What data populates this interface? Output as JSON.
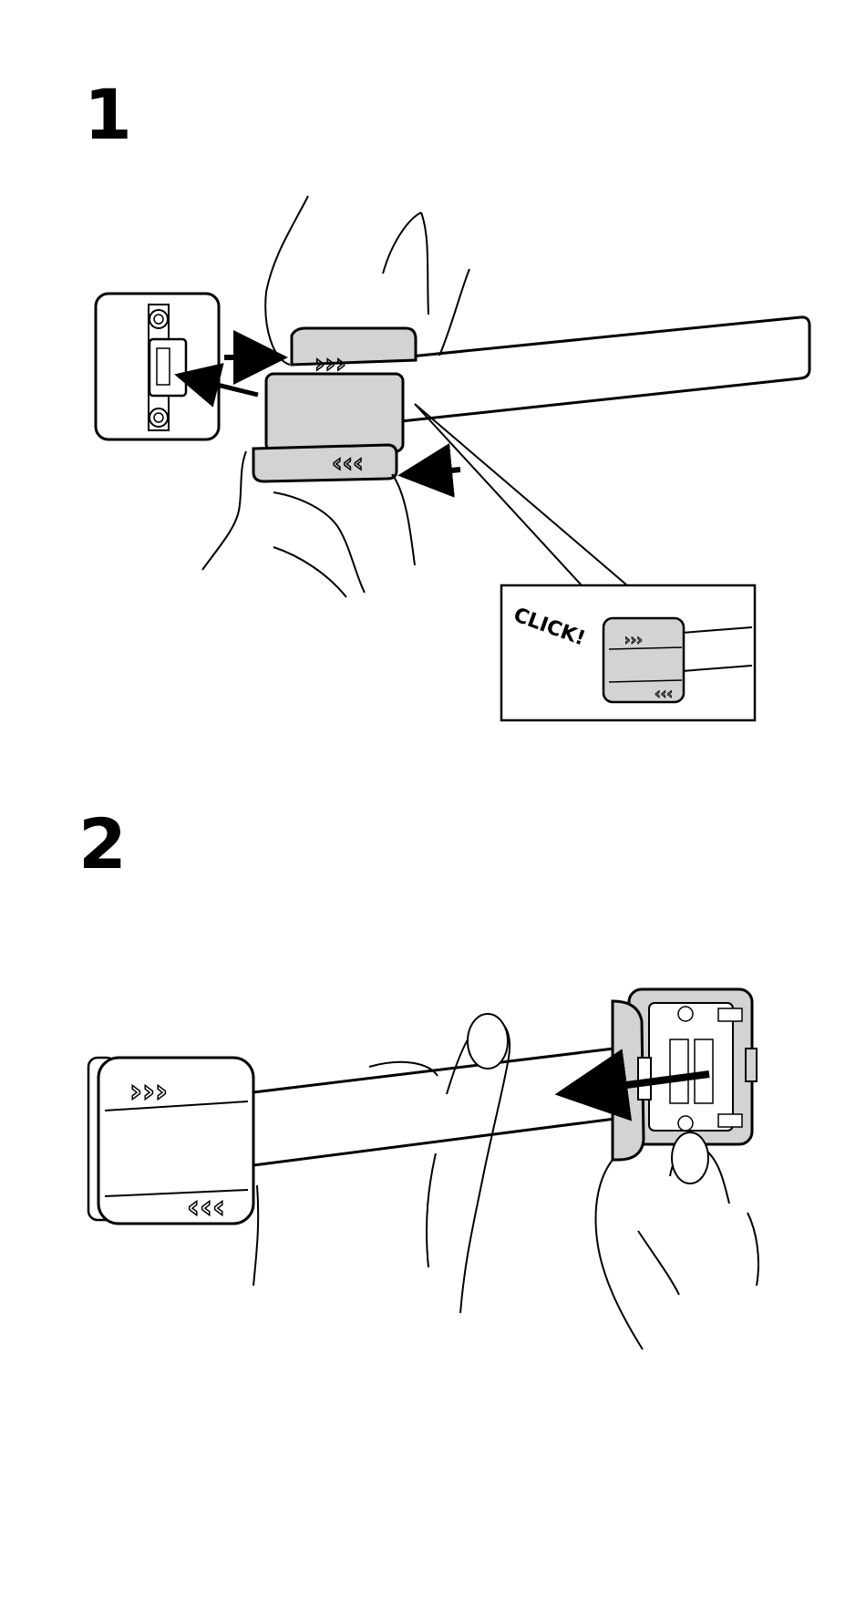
{
  "steps": [
    {
      "number": "1",
      "callout_text": "CLICK!"
    },
    {
      "number": "2"
    }
  ],
  "colors": {
    "part_fill": "#d3d3d3",
    "line": "#000000",
    "background": "#ffffff"
  }
}
